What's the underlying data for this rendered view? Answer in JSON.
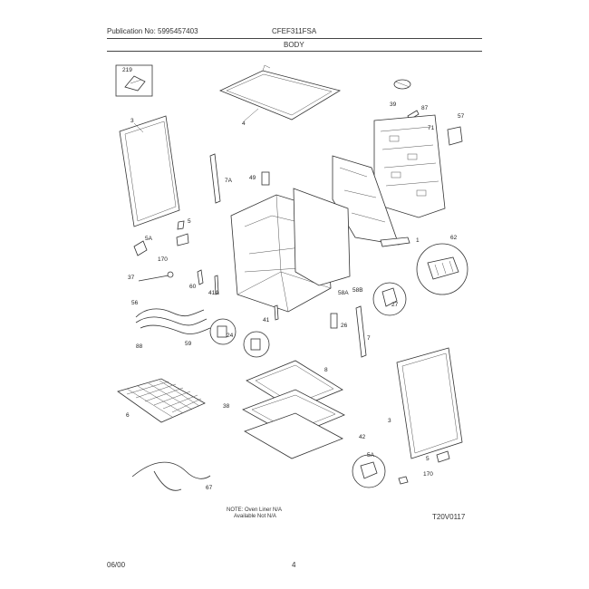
{
  "header": {
    "publication": "Publication No: 5995457403",
    "model": "CFEF311FSA",
    "section": "BODY"
  },
  "footer": {
    "note_line1": "NOTE: Oven Liner N/A",
    "note_line2": "Available Not N/A",
    "diagram_code": "T20V0117",
    "date": "06/00",
    "page": "4"
  },
  "callouts": {
    "c219": "219",
    "c3": "3",
    "c4": "4",
    "c39": "39",
    "c87": "87",
    "c71": "71",
    "c57": "57",
    "c7a": "7A",
    "c49": "49",
    "c5": "5",
    "c5a": "5A",
    "c170": "170",
    "c37": "37",
    "c60": "60",
    "c41a": "41A",
    "c56": "56",
    "c1": "1",
    "c62": "62",
    "c58a": "58A",
    "c58b": "58B",
    "c27": "27",
    "c41": "41",
    "c26": "26",
    "c7": "7",
    "c88": "88",
    "c59": "59",
    "c24": "24",
    "c6": "6",
    "c8": "8",
    "c38": "38",
    "c42": "42",
    "c3b": "3",
    "c5ab": "5A",
    "c5b": "5",
    "c170b": "170",
    "c67": "67"
  }
}
